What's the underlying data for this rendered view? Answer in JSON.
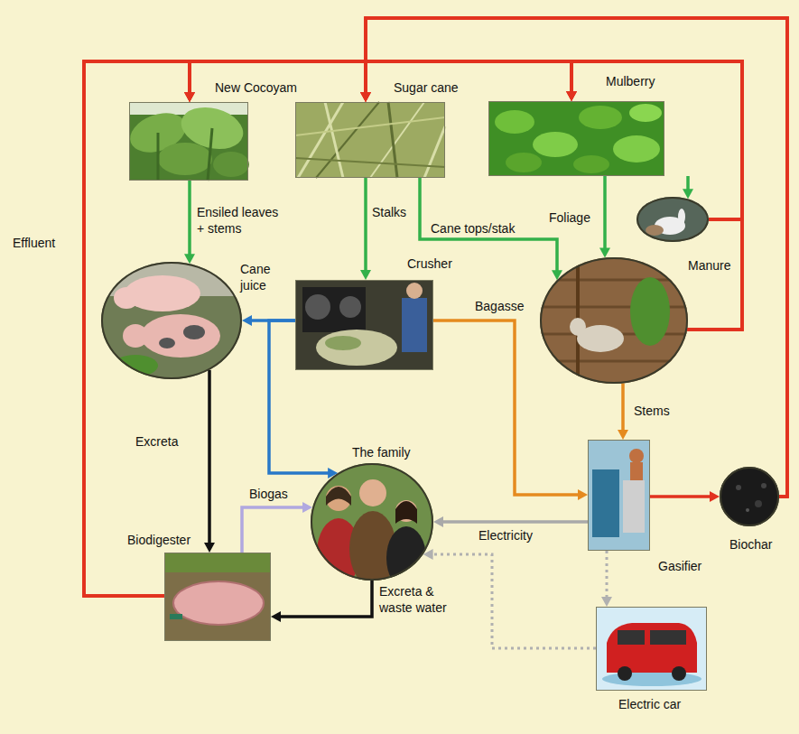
{
  "diagram": {
    "nodes": [
      {
        "text": [
          "New Cocoyam"
        ]
      },
      {
        "text": [
          "Sugar cane"
        ]
      },
      {
        "text": [
          "Mulberry"
        ]
      },
      {
        "text": []
      },
      {
        "text": [
          "Crusher"
        ]
      },
      {
        "text": []
      },
      {
        "text": []
      },
      {
        "text": [
          "The family"
        ]
      },
      {
        "text": [
          "Biodigester"
        ]
      },
      {
        "text": [
          "Gasifier"
        ]
      },
      {
        "text": [
          "Biochar"
        ]
      },
      {
        "text": [
          "Electric car"
        ]
      }
    ],
    "edges": [
      {
        "from": 0,
        "to": 3,
        "arrow": "to",
        "label": "Ensiled leaves + stems"
      },
      {
        "from": 1,
        "to": 4,
        "arrow": "to",
        "label": "Stalks"
      },
      {
        "from": 1,
        "to": 6,
        "arrow": "to",
        "label": "Cane tops/stak"
      },
      {
        "from": 2,
        "to": 6,
        "arrow": "to",
        "label": "Foliage"
      },
      {
        "from": 2,
        "to": 5,
        "arrow": "to"
      },
      {
        "from": 5,
        "to": 0,
        "arrow": "to"
      },
      {
        "from": 5,
        "to": 1,
        "arrow": "to"
      },
      {
        "from": 5,
        "to": 2,
        "arrow": "to",
        "label": "Manure"
      },
      {
        "from": 6,
        "to": 0,
        "arrow": "to"
      },
      {
        "from": 6,
        "to": 1,
        "arrow": "to"
      },
      {
        "from": 6,
        "to": 2,
        "arrow": "to"
      },
      {
        "from": 4,
        "to": 3,
        "arrow": "to",
        "label": "Cane juice"
      },
      {
        "from": 4,
        "to": 7,
        "arrow": "to"
      },
      {
        "from": 4,
        "to": 9,
        "arrow": "to",
        "label": "Bagasse"
      },
      {
        "from": 6,
        "to": 9,
        "arrow": "to",
        "label": "Stems"
      },
      {
        "from": 3,
        "to": 8,
        "arrow": "to",
        "label": "Excreta"
      },
      {
        "from": 7,
        "to": 8,
        "arrow": "to",
        "label": "Excreta & waste water"
      },
      {
        "from": 8,
        "to": 7,
        "arrow": "to",
        "label": "Biogas"
      },
      {
        "from": 8,
        "to": 0,
        "arrow": "to",
        "label": "Effluent"
      },
      {
        "from": 8,
        "to": 1,
        "arrow": "to"
      },
      {
        "from": 8,
        "to": 2,
        "arrow": "to"
      },
      {
        "from": 9,
        "to": 7,
        "arrow": "to",
        "label": "Electricity"
      },
      {
        "from": 9,
        "to": 10,
        "arrow": "to"
      },
      {
        "from": 10,
        "to": 0,
        "arrow": "to"
      },
      {
        "from": 10,
        "to": 1,
        "arrow": "to"
      },
      {
        "from": 10,
        "to": 2,
        "arrow": "to"
      },
      {
        "from": 9,
        "to": 11,
        "arrow": "to"
      },
      {
        "from": 11,
        "to": 7,
        "arrow": "to"
      }
    ]
  }
}
